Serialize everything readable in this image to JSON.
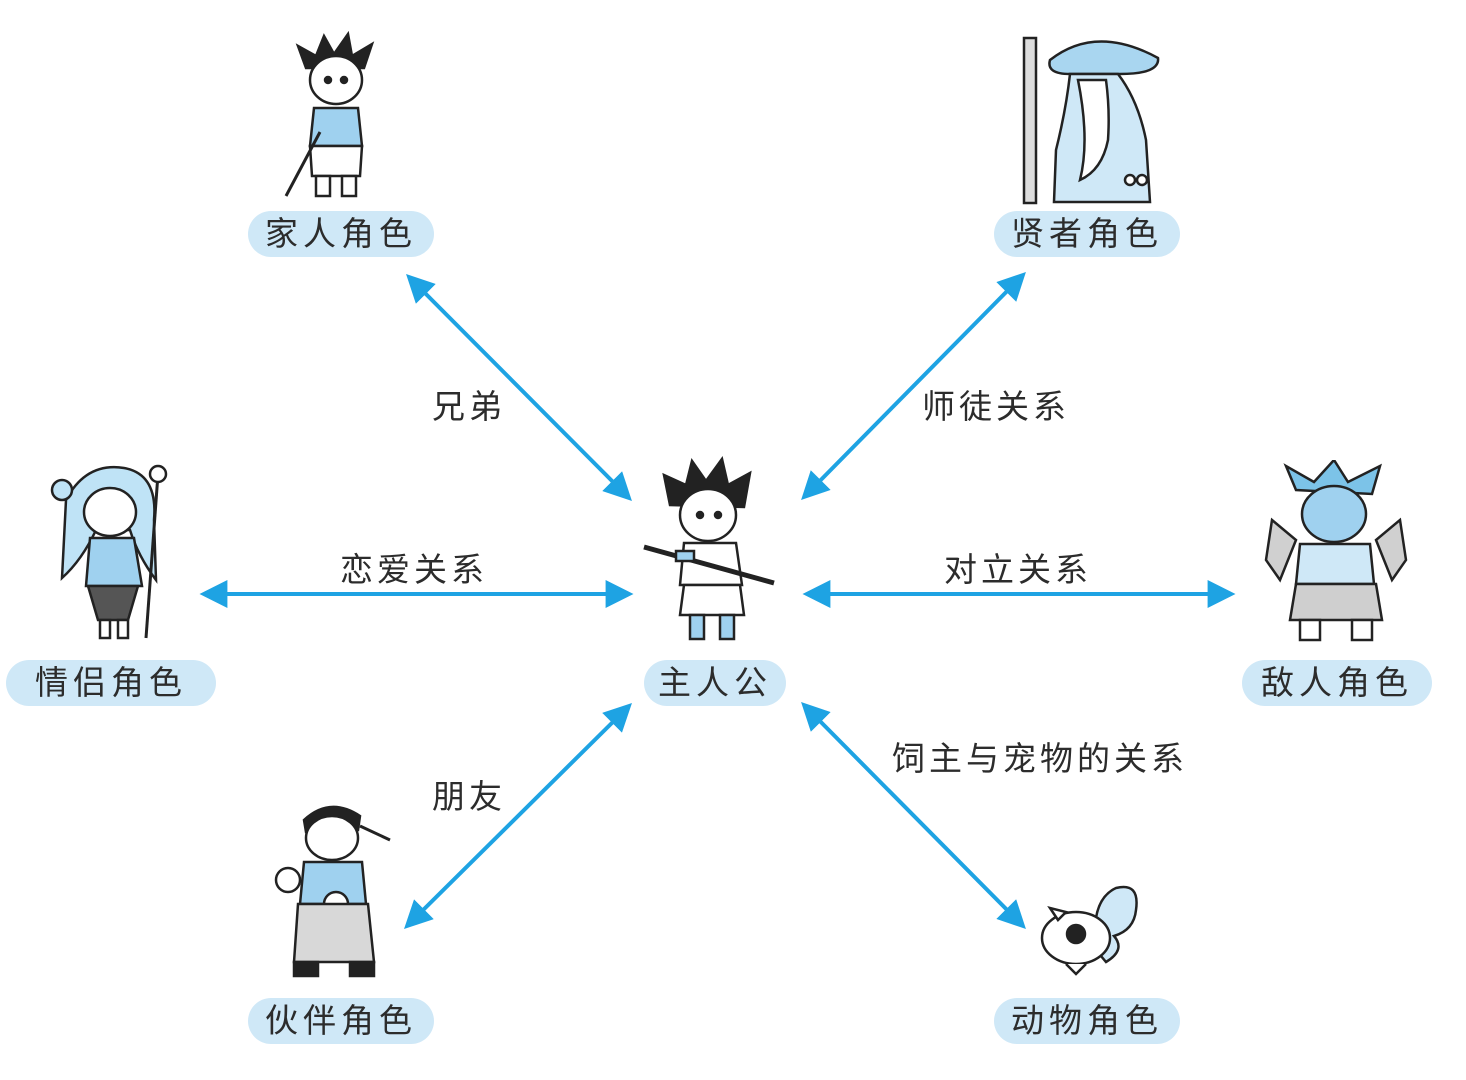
{
  "center": {
    "label": "主人公",
    "icon": "hero-swordsman-icon"
  },
  "nodes": {
    "family": {
      "label": "家人角色",
      "icon": "boy-with-staff-icon"
    },
    "sage": {
      "label": "贤者角色",
      "icon": "sage-wizard-icon"
    },
    "lover": {
      "label": "情侣角色",
      "icon": "girl-with-wand-icon"
    },
    "enemy": {
      "label": "敌人角色",
      "icon": "dragon-monster-icon"
    },
    "partner": {
      "label": "伙伴角色",
      "icon": "martial-artist-icon"
    },
    "animal": {
      "label": "动物角色",
      "icon": "squirrel-icon"
    }
  },
  "relations": {
    "family": "兄弟",
    "sage": "师徒关系",
    "lover": "恋爱关系",
    "enemy": "对立关系",
    "partner": "朋友",
    "animal": "饲主与宠物的关系"
  },
  "colors": {
    "arrow": "#1ea3e3",
    "pill": "#cfe8f7",
    "accent": "#7cc3e8",
    "ink": "#2b2b2b"
  }
}
